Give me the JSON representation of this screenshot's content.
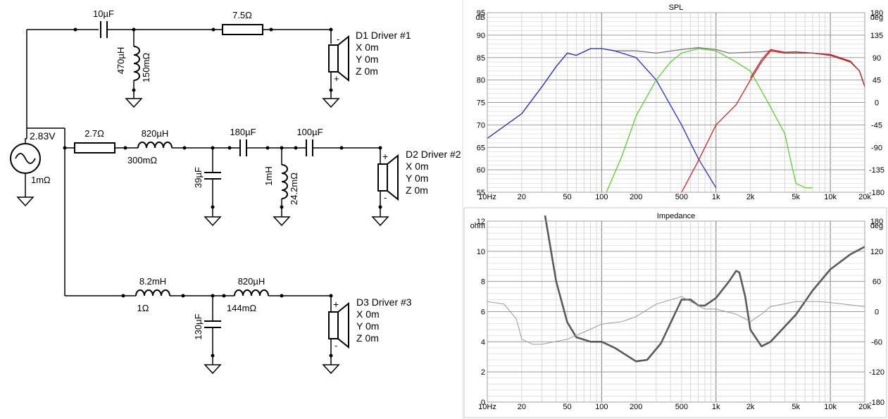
{
  "schematic": {
    "source": {
      "voltage": "2.83V",
      "resistance": "1mΩ"
    },
    "driver1": {
      "name": "D1 Driver #1",
      "x": "X 0m",
      "y": "Y 0m",
      "z": "Z 0m"
    },
    "driver2": {
      "name": "D2 Driver #2",
      "x": "X 0m",
      "y": "Y 0m",
      "z": "Z 0m"
    },
    "driver3": {
      "name": "D3 Driver #3",
      "x": "X 0m",
      "y": "Y 0m",
      "z": "Z 0m"
    },
    "components": {
      "c1": "10µF",
      "r1": "7.5Ω",
      "l1": "470µH",
      "l1r": "150mΩ",
      "r2": "2.7Ω",
      "l2": "820µH",
      "l2r": "300mΩ",
      "c2": "180µF",
      "c3": "100µF",
      "c4": "39µF",
      "l3": "1mH",
      "l3r": "24.2mΩ",
      "l4": "8.2mH",
      "l4r": "1Ω",
      "l5": "820µH",
      "l5r": "144mΩ",
      "c5": "130µF"
    },
    "plus": "+",
    "minus": "-"
  },
  "chart_data": [
    {
      "type": "line",
      "title": "SPL",
      "ylabel": "dB",
      "y2label": "deg",
      "xscale": "log",
      "xlim": [
        10,
        20000
      ],
      "ylim": [
        55,
        95
      ],
      "y2lim": [
        -180,
        180
      ],
      "xticks": [
        "10Hz",
        "20",
        "50",
        "100",
        "200",
        "500",
        "1k",
        "2k",
        "5k",
        "10k",
        "20k"
      ],
      "xtick_values": [
        10,
        20,
        50,
        100,
        200,
        500,
        1000,
        2000,
        5000,
        10000,
        20000
      ],
      "yticks": [
        "95",
        "90",
        "85",
        "80",
        "75",
        "70",
        "65",
        "60",
        "55"
      ],
      "y2ticks": [
        "180",
        "135",
        "90",
        "45",
        "0",
        "-45",
        "-90",
        "-135",
        "-180"
      ],
      "grid": true,
      "series": [
        {
          "color": "#767676",
          "points": [
            [
              10,
              67
            ],
            [
              20,
              72.5
            ],
            [
              30,
              78.5
            ],
            [
              40,
              83
            ],
            [
              50,
              86
            ],
            [
              60,
              85.5
            ],
            [
              80,
              87
            ],
            [
              100,
              87
            ],
            [
              130,
              86.5
            ],
            [
              200,
              86.5
            ],
            [
              300,
              86
            ],
            [
              500,
              86.8
            ],
            [
              700,
              87.2
            ],
            [
              1000,
              86.8
            ],
            [
              1300,
              86
            ],
            [
              2000,
              86.2
            ],
            [
              2500,
              86.3
            ],
            [
              3000,
              86.5
            ],
            [
              4000,
              86
            ],
            [
              5000,
              86
            ],
            [
              7000,
              86
            ],
            [
              10000,
              85.5
            ],
            [
              15000,
              84
            ],
            [
              18000,
              82
            ],
            [
              20000,
              78.5
            ]
          ]
        },
        {
          "color": "#2b2bd1",
          "points": [
            [
              10,
              67
            ],
            [
              20,
              72.5
            ],
            [
              30,
              78.5
            ],
            [
              40,
              83
            ],
            [
              50,
              86
            ],
            [
              60,
              85.5
            ],
            [
              80,
              87
            ],
            [
              100,
              87
            ],
            [
              130,
              86.5
            ],
            [
              200,
              85
            ],
            [
              300,
              80
            ],
            [
              500,
              70
            ],
            [
              700,
              62.5
            ],
            [
              1000,
              56
            ]
          ]
        },
        {
          "color": "#59d12e",
          "points": [
            [
              110,
              55
            ],
            [
              150,
              63
            ],
            [
              200,
              72
            ],
            [
              300,
              80
            ],
            [
              400,
              84
            ],
            [
              500,
              86
            ],
            [
              700,
              87
            ],
            [
              1000,
              86.5
            ],
            [
              1500,
              84
            ],
            [
              2000,
              82
            ],
            [
              3000,
              74
            ],
            [
              4000,
              68
            ],
            [
              4500,
              62
            ],
            [
              5000,
              57
            ],
            [
              6000,
              56
            ],
            [
              7000,
              56
            ]
          ]
        },
        {
          "color": "#d42020",
          "points": [
            [
              500,
              55
            ],
            [
              700,
              62
            ],
            [
              1000,
              70
            ],
            [
              1500,
              74.5
            ],
            [
              2000,
              80
            ],
            [
              2500,
              84
            ],
            [
              3000,
              86.5
            ],
            [
              4000,
              86
            ],
            [
              5000,
              86
            ],
            [
              7000,
              86
            ],
            [
              10000,
              85.5
            ],
            [
              15000,
              84
            ],
            [
              18000,
              82
            ],
            [
              20000,
              78.5
            ]
          ]
        },
        {
          "color": "#b03030",
          "points": [
            [
              2000,
              80.5
            ],
            [
              2500,
              84.5
            ],
            [
              3000,
              86.8
            ],
            [
              4000,
              86.2
            ],
            [
              5000,
              86.3
            ],
            [
              7000,
              86
            ],
            [
              10000,
              85.7
            ],
            [
              15000,
              84.2
            ],
            [
              18000,
              82
            ],
            [
              20000,
              78.5
            ]
          ]
        }
      ]
    },
    {
      "type": "line",
      "title": "Impedance",
      "ylabel": "ohm",
      "y2label": "deg",
      "xscale": "log",
      "xlim": [
        10,
        20000
      ],
      "ylim": [
        0,
        12
      ],
      "y2lim": [
        -180,
        180
      ],
      "xticks": [
        "10Hz",
        "20",
        "50",
        "100",
        "200",
        "500",
        "1k",
        "2k",
        "5k",
        "10k",
        "20k"
      ],
      "xtick_values": [
        10,
        20,
        50,
        100,
        200,
        500,
        1000,
        2000,
        5000,
        10000,
        20000
      ],
      "yticks": [
        "12",
        "10",
        "8",
        "6",
        "4",
        "2",
        "0"
      ],
      "y2ticks": [
        "180",
        "120",
        "60",
        "0",
        "-60",
        "-120",
        "-180"
      ],
      "grid": true,
      "series": [
        {
          "color": "#5a5a5a",
          "role": "magnitude",
          "points": [
            [
              32,
              12.5
            ],
            [
              40,
              8
            ],
            [
              50,
              5.3
            ],
            [
              60,
              4.3
            ],
            [
              80,
              4
            ],
            [
              100,
              4
            ],
            [
              130,
              3.6
            ],
            [
              200,
              2.7
            ],
            [
              250,
              2.8
            ],
            [
              330,
              3.9
            ],
            [
              500,
              6.8
            ],
            [
              600,
              6.8
            ],
            [
              700,
              6.4
            ],
            [
              800,
              6.4
            ],
            [
              1000,
              6.9
            ],
            [
              1300,
              8
            ],
            [
              1500,
              8.7
            ],
            [
              1600,
              8.6
            ],
            [
              1800,
              7
            ],
            [
              2000,
              4.8
            ],
            [
              2500,
              3.7
            ],
            [
              3000,
              4
            ],
            [
              5000,
              5.8
            ],
            [
              7000,
              7.4
            ],
            [
              10000,
              8.8
            ],
            [
              15000,
              9.8
            ],
            [
              20000,
              10.3
            ]
          ]
        },
        {
          "color": "#9a9a9a",
          "role": "phase",
          "points": [
            [
              10,
              20
            ],
            [
              14,
              15
            ],
            [
              18,
              -15
            ],
            [
              20,
              -55
            ],
            [
              25,
              -65
            ],
            [
              30,
              -65
            ],
            [
              50,
              -55
            ],
            [
              80,
              -35
            ],
            [
              100,
              -25
            ],
            [
              150,
              -20
            ],
            [
              200,
              -10
            ],
            [
              300,
              15
            ],
            [
              500,
              30
            ],
            [
              600,
              20
            ],
            [
              800,
              5
            ],
            [
              1000,
              5
            ],
            [
              1500,
              -5
            ],
            [
              2000,
              -20
            ],
            [
              2500,
              -5
            ],
            [
              3000,
              10
            ],
            [
              5000,
              20
            ],
            [
              8000,
              20
            ],
            [
              10000,
              18
            ],
            [
              20000,
              10
            ]
          ]
        }
      ]
    }
  ]
}
